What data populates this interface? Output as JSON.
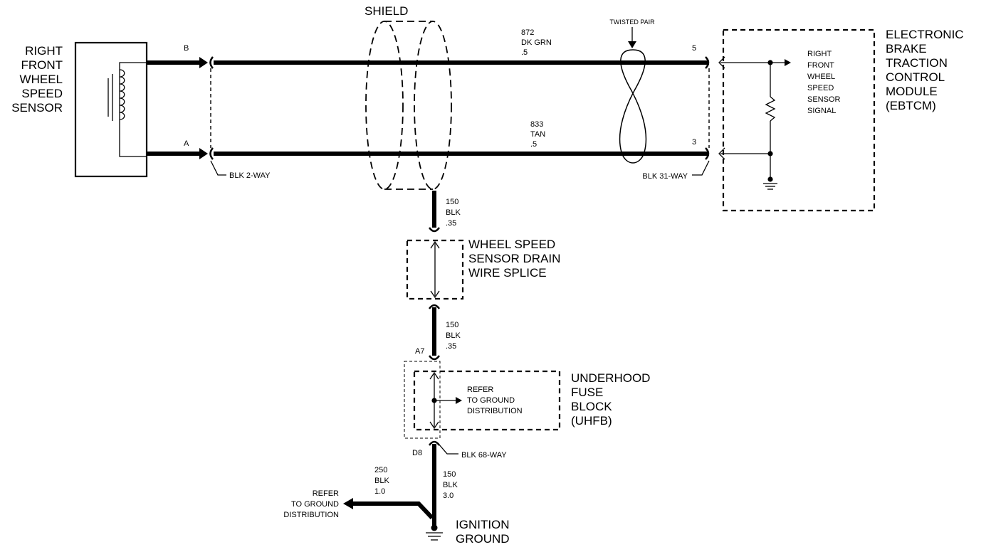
{
  "sensor": {
    "label_lines": [
      "RIGHT",
      "FRONT",
      "WHEEL",
      "SPEED",
      "SENSOR"
    ]
  },
  "shield_label": "SHIELD",
  "twisted_pair_label": "TWISTED PAIR",
  "ebtcm": {
    "label_lines": [
      "ELECTRONIC",
      "BRAKE",
      "TRACTION",
      "CONTROL",
      "MODULE",
      "(EBTCM)"
    ],
    "signal_lines": [
      "RIGHT",
      "FRONT",
      "WHEEL",
      "SPEED",
      "SENSOR",
      "SIGNAL"
    ],
    "pin_top": "5",
    "pin_bottom": "3",
    "connector": "BLK 31-WAY"
  },
  "sensor_connector": {
    "pin_top": "B",
    "pin_bottom": "A",
    "name": "BLK 2-WAY"
  },
  "wires": {
    "top": {
      "circuit": "872",
      "color": "DK GRN",
      "size": ".5"
    },
    "bottom": {
      "circuit": "833",
      "color": "TAN",
      "size": ".5"
    },
    "drain1": {
      "circuit": "150",
      "color": "BLK",
      "size": ".35"
    },
    "drain2": {
      "circuit": "150",
      "color": "BLK",
      "size": ".35"
    },
    "ground": {
      "circuit": "150",
      "color": "BLK",
      "size": "3.0"
    },
    "ground_branch": {
      "circuit": "250",
      "color": "BLK",
      "size": "1.0"
    }
  },
  "splice": {
    "label_lines": [
      "WHEEL SPEED",
      "SENSOR DRAIN",
      "WIRE SPLICE"
    ]
  },
  "uhfb": {
    "label_lines": [
      "UNDERHOOD",
      "FUSE",
      "BLOCK",
      "(UHFB)"
    ],
    "refer_lines": [
      "REFER",
      "TO GROUND",
      "DISTRIBUTION"
    ],
    "pin_top": "A7",
    "pin_bottom": "D8",
    "connector": "BLK 68-WAY"
  },
  "ground_refer": {
    "lines": [
      "REFER",
      "TO GROUND",
      "DISTRIBUTION"
    ]
  },
  "ignition_ground": {
    "lines": [
      "IGNITION",
      "GROUND"
    ]
  }
}
